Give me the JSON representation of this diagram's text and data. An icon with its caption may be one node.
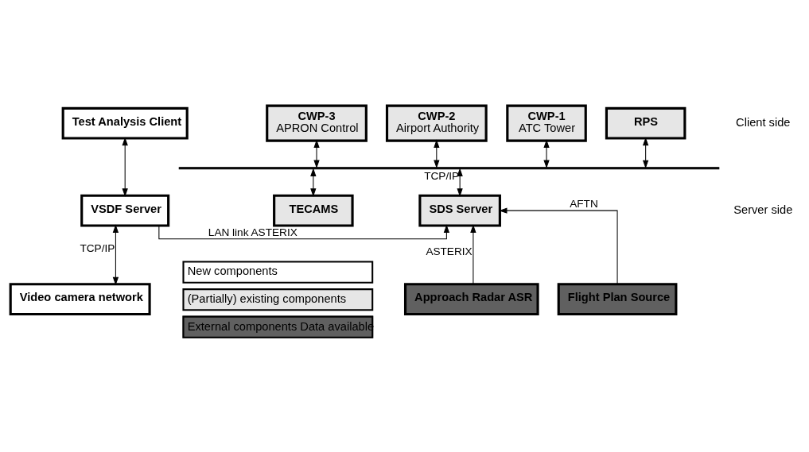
{
  "diagram": {
    "nodes": [
      {
        "text": [
          "Test Analysis Client"
        ]
      },
      {
        "text": [
          "CWP-3",
          "APRON Control"
        ]
      },
      {
        "text": [
          "CWP-2",
          "Airport Authority"
        ]
      },
      {
        "text": [
          "CWP-1",
          "ATC Tower"
        ]
      },
      {
        "text": [
          "RPS"
        ]
      },
      {
        "text": [],
        "shape": "bar"
      },
      {
        "text": [
          "TECAMS"
        ]
      },
      {
        "text": [
          "VSDF Server"
        ]
      },
      {
        "text": [
          "SDS Server"
        ]
      },
      {
        "text": [
          "Video camera network"
        ]
      },
      {
        "text": [
          "Approach Radar ASR"
        ]
      },
      {
        "text": [
          "Flight Plan Source"
        ]
      }
    ],
    "edges": [
      {
        "from": 0,
        "to": 7,
        "arrow": "both"
      },
      {
        "from": 1,
        "to": 5,
        "arrow": "both"
      },
      {
        "from": 2,
        "to": 5,
        "arrow": "both"
      },
      {
        "from": 3,
        "to": 5,
        "arrow": "both"
      },
      {
        "from": 4,
        "to": 5,
        "arrow": "both"
      },
      {
        "from": 5,
        "to": 8,
        "arrow": "both",
        "label": "TCP/IP"
      },
      {
        "from": 5,
        "to": 6,
        "arrow": "both"
      },
      {
        "from": 7,
        "to": 8,
        "arrow": "to",
        "label": "LAN link ASTERIX"
      },
      {
        "from": 7,
        "to": 9,
        "arrow": "both",
        "label": "TCP/IP"
      },
      {
        "from": 10,
        "to": 8,
        "arrow": "to",
        "label": "ASTERIX"
      },
      {
        "from": 11,
        "to": 8,
        "arrow": "to",
        "label": "AFTN"
      }
    ],
    "labels": [
      "Client side",
      "Server side"
    ],
    "legend": [
      {
        "text": "New components",
        "color": "#ffffff"
      },
      {
        "text": "(Partially) existing components",
        "color": "#e6e6e6"
      },
      {
        "text": "External components Data available",
        "color": "#606060"
      }
    ]
  }
}
